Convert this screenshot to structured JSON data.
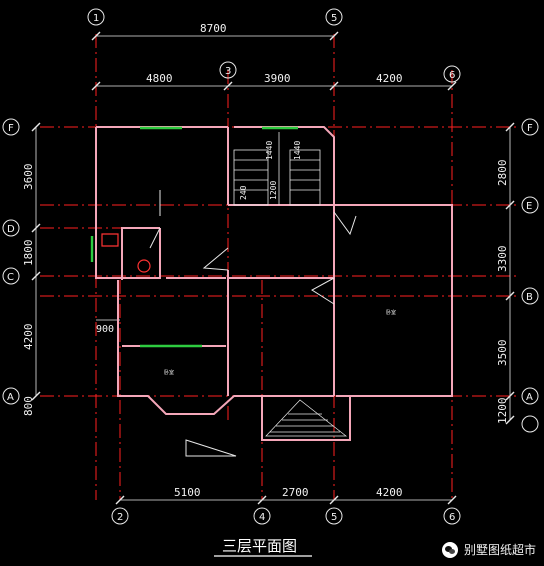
{
  "drawing": {
    "title": "三层平面图",
    "watermark": "别墅图纸超市",
    "top_dims": {
      "overall": "8700",
      "left": "4800",
      "mid": "3900",
      "right": "4200"
    },
    "bottom_dims": {
      "a": "5100",
      "b": "2700",
      "c": "4200"
    },
    "left_dims": {
      "a": "3600",
      "b": "1800",
      "c": "4200",
      "d": "800"
    },
    "right_dims": {
      "a": "2800",
      "b": "3300",
      "c": "3500",
      "d": "1200"
    },
    "inner_dims": {
      "d900": "900",
      "s1440a": "1440",
      "s1440b": "1440",
      "s1200": "1200",
      "s240": "240"
    },
    "axis_top": [
      "1",
      "5",
      "3",
      "6"
    ],
    "axis_bottom": [
      "2",
      "4",
      "5",
      "6"
    ],
    "axis_left": [
      "F",
      "D",
      "C",
      "A"
    ],
    "axis_right": [
      "F",
      "E",
      "B",
      "A"
    ],
    "rooms": {
      "bedroom_small": "卧室",
      "bedroom_large": "卧室"
    },
    "colors": {
      "wall": "#f4a7b9",
      "axis": "#ff2020",
      "window": "#2ecc40",
      "fixture": "#ff3333"
    }
  }
}
